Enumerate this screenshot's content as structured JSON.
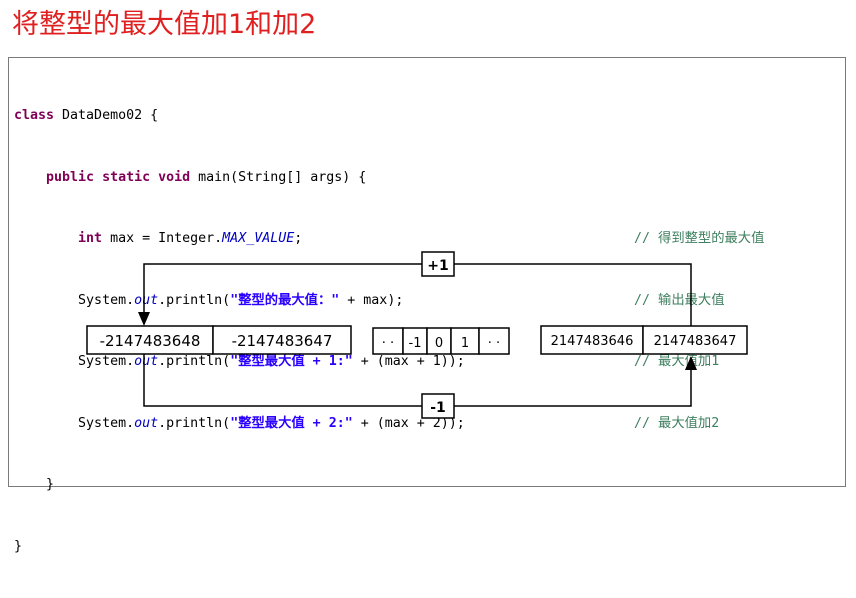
{
  "title": "将整型的最大值加1和加2",
  "code": {
    "line1": {
      "kw": "class",
      "rest": " DataDemo02 {"
    },
    "line2": {
      "indent": "    ",
      "kw": "public static void",
      "rest": " main(String[] args) {"
    },
    "line3": {
      "indent": "        ",
      "kw": "int",
      "pre": " max = Integer.",
      "it": "MAX_VALUE",
      "post": ";",
      "comment": "// 得到整型的最大值"
    },
    "line4": {
      "indent": "        ",
      "pre": "System.",
      "it": "out",
      "mid": ".println(",
      "str": "\"整型的最大值：\"",
      "post": " + max);",
      "comment": "// 输出最大值"
    },
    "line5": {
      "indent": "        ",
      "pre": "System.",
      "it": "out",
      "mid": ".println(",
      "str": "\"整型最大值 + 1:\"",
      "post": " + (max + 1));",
      "comment": "// 最大值加1"
    },
    "line6": {
      "indent": "        ",
      "pre": "System.",
      "it": "out",
      "mid": ".println(",
      "str": "\"整型最大值 + 2:\"",
      "post": " + (max + 2));",
      "comment": "// 最大值加2"
    },
    "line7": {
      "text": "    }"
    },
    "line8": {
      "text": "}"
    }
  },
  "diagram": {
    "left_cells": [
      "-2147483648",
      "-2147483647"
    ],
    "middle_cells": [
      "· ·",
      "-1",
      "0",
      "1",
      "· ·"
    ],
    "right_cells": [
      "2147483646",
      "2147483647"
    ],
    "top_label": "+1",
    "bottom_label": "-1"
  }
}
